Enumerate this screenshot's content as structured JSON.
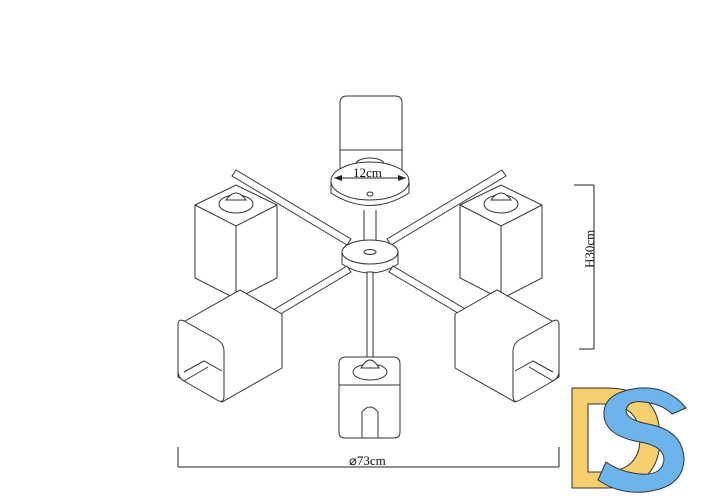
{
  "diagram": {
    "subject": "ceiling chandelier technical drawing",
    "dimensions": {
      "canopy_diameter": "12cm",
      "height": "H30cm",
      "overall_diameter": "⌀73cm"
    },
    "arms": 5,
    "shade_shape": "square-tube"
  },
  "logo": {
    "text": "DS",
    "colors": {
      "d": "#F7CF6C",
      "s": "#6CB4EC",
      "outline": "#333333"
    }
  },
  "colors": {
    "line": "#333333",
    "background": "#ffffff"
  }
}
